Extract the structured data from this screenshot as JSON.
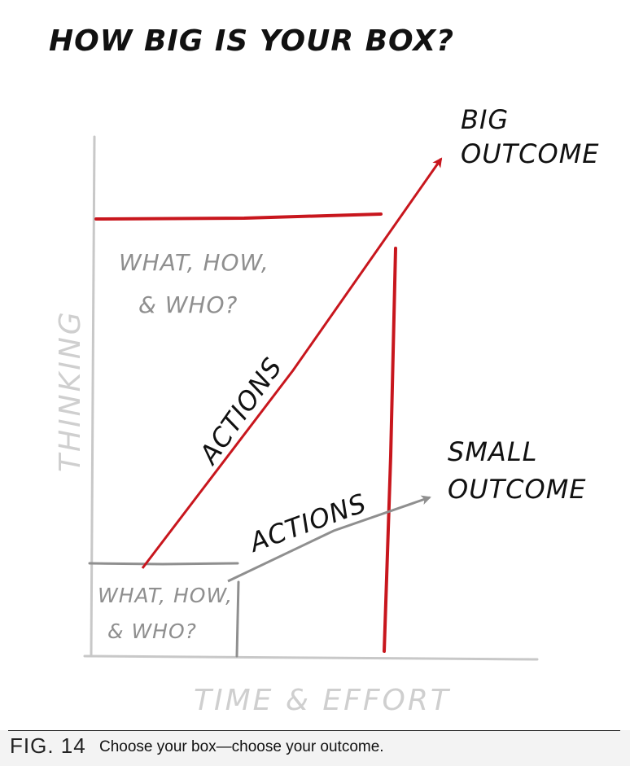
{
  "title": "HOW BIG IS YOUR BOX?",
  "outcomes": {
    "big": [
      "BIG",
      "OUTCOME"
    ],
    "small": [
      "SMALL",
      "OUTCOME"
    ]
  },
  "boxes": {
    "big_box_text": [
      "WHAT, HOW,",
      "& WHO?"
    ],
    "small_box_text": [
      "WHAT, HOW,",
      "& WHO?"
    ]
  },
  "arrows": {
    "big_actions_label": "ACTIONS",
    "small_actions_label": "ACTIONS"
  },
  "axes": {
    "y_label": "THINKING",
    "x_label": "TIME & EFFORT"
  },
  "caption": {
    "figure": "FIG. 14",
    "text": "Choose your box—choose your outcome."
  },
  "colors": {
    "accent_red": "#c8161d",
    "axis_gray": "#c8c8c8",
    "small_box_gray": "#8f8f8f",
    "ink": "#111111"
  }
}
